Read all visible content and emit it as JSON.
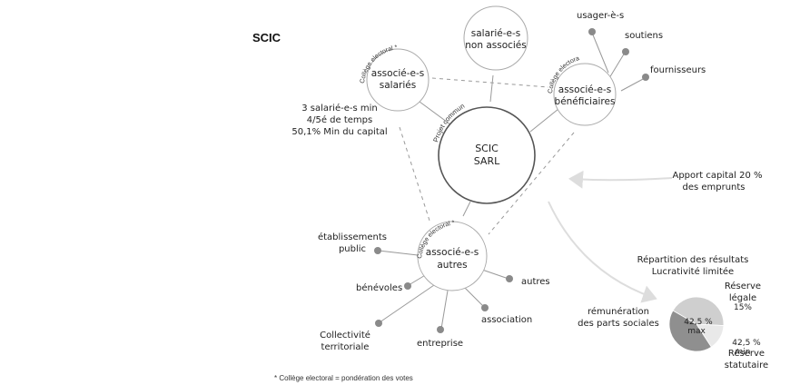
{
  "title": "SCIC",
  "center": {
    "line1": "SCIC",
    "line2": "SARL",
    "label": "Projet commun"
  },
  "nodes": {
    "salaries": {
      "line1": "associé-e-s",
      "line2": "salariés",
      "college": "Collège electoral *"
    },
    "non_associes": {
      "line1": "salarié-e-s",
      "line2": "non associés"
    },
    "beneficiaires": {
      "line1": "associé-e-s",
      "line2": "bénéficiaires",
      "college": "Collège electoral *"
    },
    "autres": {
      "line1": "associé-e-s",
      "line2": "autres",
      "college": "Collège electoral *"
    }
  },
  "conditions": [
    "3 salarié-e-s min",
    "4/5é de temps",
    "50,1% Min du capital"
  ],
  "beneficiaires_members": [
    "usager-è-s",
    "soutiens",
    "fournisseurs"
  ],
  "autres_members": [
    "établissements",
    "public",
    "bénévoles",
    "Collectivité",
    "territoriale",
    "entreprise",
    "association",
    "autres"
  ],
  "apport": {
    "line1": "Apport capital 20 %",
    "line2": "des emprunts"
  },
  "repartition": {
    "line1": "Répartition des résultats",
    "line2": "Lucrativité limitée"
  },
  "chart_data": {
    "type": "pie",
    "series": [
      {
        "name": "rémunération des parts sociales",
        "value": 42.5,
        "label": "42,5 %",
        "sublabel": "max",
        "color": "#cfcfcf"
      },
      {
        "name": "Réserve légale",
        "value": 15,
        "label": "15%",
        "sublabel": "",
        "color": "#e9e9e9"
      },
      {
        "name": "Réserve statutaire",
        "value": 42.5,
        "label": "42,5 %",
        "sublabel": "min",
        "color": "#8f8f8f"
      }
    ],
    "legend": {
      "remuneration": [
        "rémunération",
        "des parts sociales"
      ],
      "reserve_legale": [
        "Réserve",
        "légale"
      ],
      "reserve_statutaire": [
        "Réserve",
        "statutaire"
      ]
    }
  },
  "footnote": "* Collège electoral = pondération des votes",
  "colors": {
    "line": "#999999",
    "dot": "#8a8a8a",
    "circle": "#aaaaaa",
    "center": "#555555",
    "arrow": "#dddddd"
  }
}
